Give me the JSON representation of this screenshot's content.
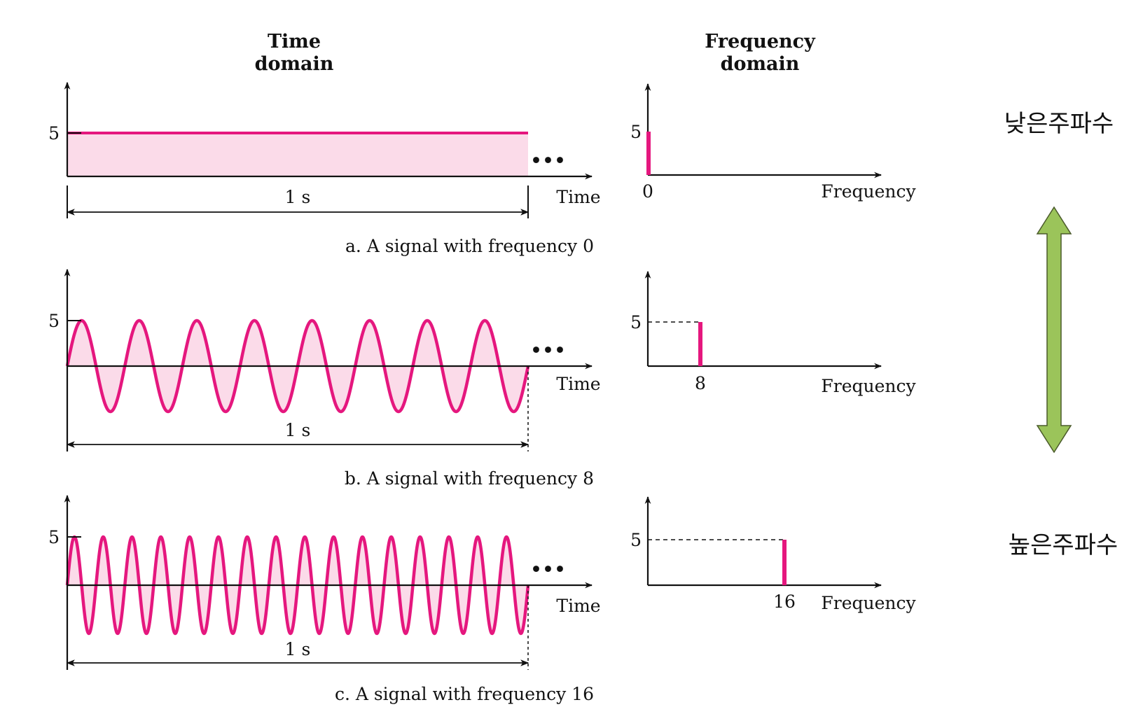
{
  "headers": {
    "time_domain": [
      "Time",
      "domain"
    ],
    "frequency_domain": [
      "Frequency",
      "domain"
    ]
  },
  "colors": {
    "signal": "#e5177e",
    "signal_fill": "#fbdbe9",
    "axis": "#111111",
    "arrow_fill": "#9bc45a",
    "arrow_stroke": "#4a5a2a"
  },
  "ellipsis": "•••",
  "side_labels": {
    "low_frequency": "낮은주파수",
    "high_frequency": "높은주파수"
  },
  "panels": [
    {
      "id": "a",
      "caption": "a. A signal with frequency 0",
      "amplitude": 5,
      "amplitude_label": "5",
      "frequency": 0,
      "frequency_tick_label": "0",
      "duration_label": "1 s",
      "time_axis_label": "Time",
      "frequency_axis_label": "Frequency"
    },
    {
      "id": "b",
      "caption": "b. A signal with frequency 8",
      "amplitude": 5,
      "amplitude_label": "5",
      "frequency": 8,
      "frequency_tick_label": "8",
      "duration_label": "1 s",
      "time_axis_label": "Time",
      "frequency_axis_label": "Frequency"
    },
    {
      "id": "c",
      "caption": "c. A signal with frequency 16",
      "amplitude": 5,
      "amplitude_label": "5",
      "frequency": 16,
      "frequency_tick_label": "16",
      "duration_label": "1 s",
      "time_axis_label": "Time",
      "frequency_axis_label": "Frequency"
    }
  ]
}
